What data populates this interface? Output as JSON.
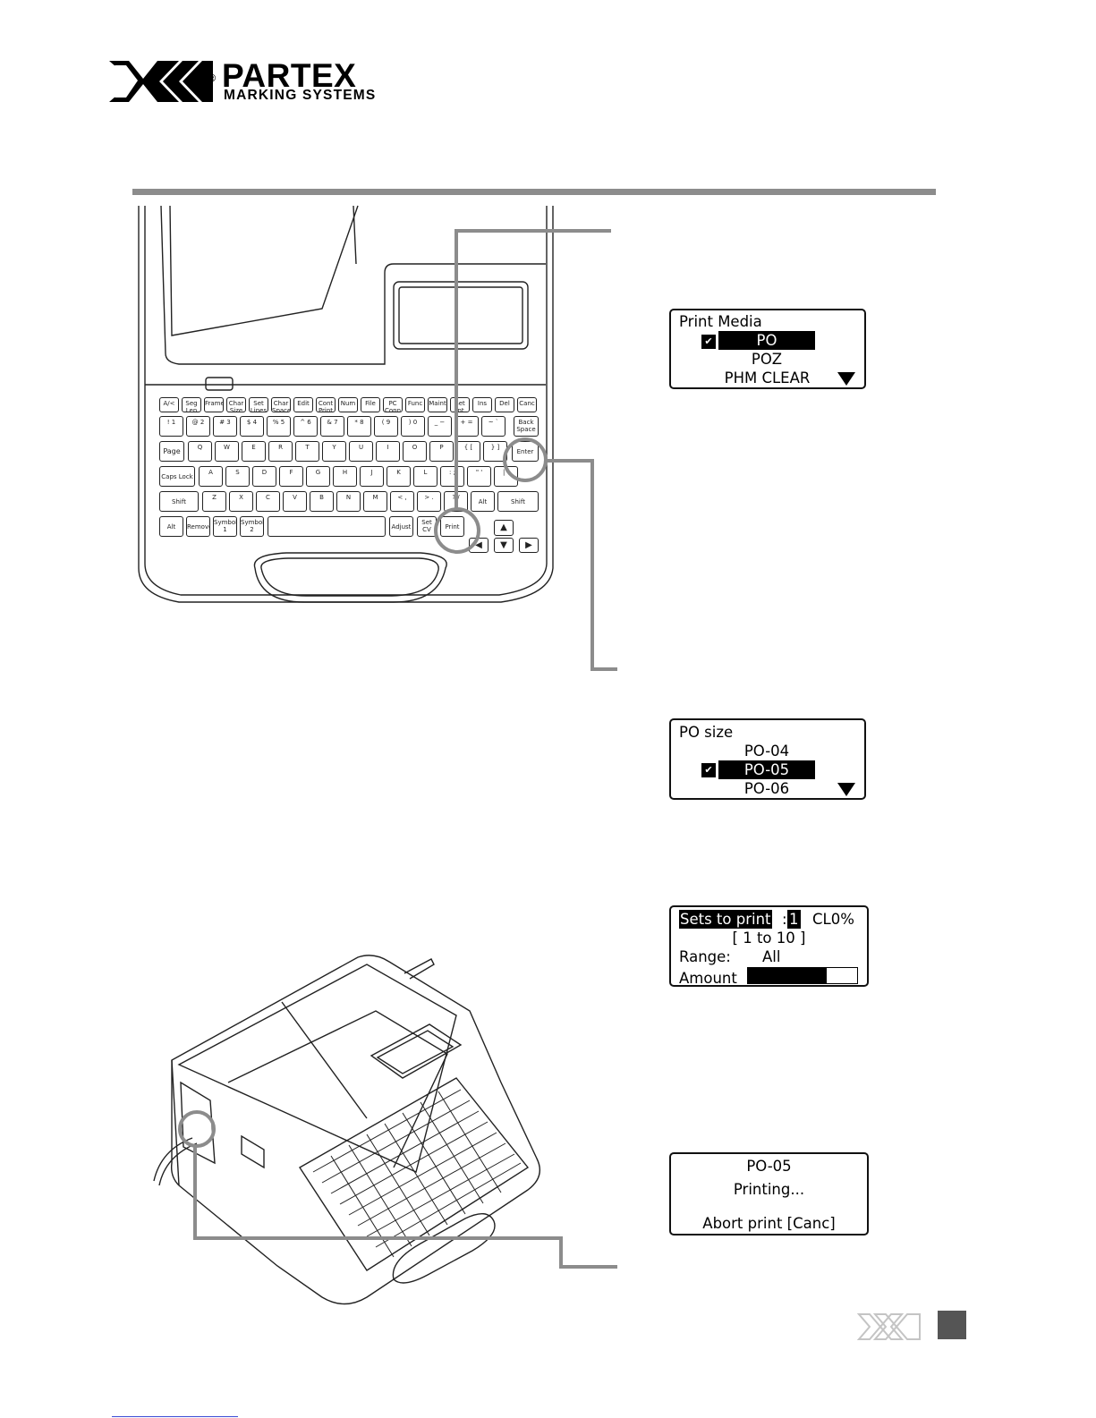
{
  "brand": {
    "name": "PARTEX",
    "tagline": "MARKING SYSTEMS",
    "registered": "®"
  },
  "keyboard": {
    "function_keys": [
      "A/<",
      "Seg Len",
      "Frame",
      "Char Size",
      "Set Lines",
      "Char Space",
      "Edit",
      "Cont Print",
      "Num",
      "File",
      "PC Conn",
      "Func",
      "Maint",
      "Set Int",
      "Ins",
      "Del",
      "Canc"
    ],
    "number_row": [
      "! 1",
      "@ 2",
      "# 3",
      "$ 4",
      "% 5",
      "^ 6",
      "& 7",
      "* 8",
      "( 9",
      ") 0",
      "_ −",
      "+ =",
      "~ `",
      "Back Space"
    ],
    "qwerty_row": [
      "Page",
      "Q",
      "W",
      "E",
      "R",
      "T",
      "Y",
      "U",
      "I",
      "O",
      "P",
      "{ [",
      "} ]",
      "Enter"
    ],
    "asdf_row": [
      "Caps Lock",
      "A",
      "S",
      "D",
      "F",
      "G",
      "H",
      "J",
      "K",
      "L",
      ": ;",
      "\" '",
      "| \\"
    ],
    "zxcv_row": [
      "Shift",
      "Z",
      "X",
      "C",
      "V",
      "B",
      "N",
      "M",
      "< ,",
      "> .",
      "? /",
      "Alt",
      "Shift"
    ],
    "bottom_row": [
      "Alt",
      "Remove",
      "Symbol 1",
      "Symbol 2",
      "",
      "Adjust",
      "Set CV",
      "Print"
    ],
    "arrows": [
      "▲",
      "◀",
      "▼",
      "▶"
    ]
  },
  "screens": {
    "print_media": {
      "title": "Print Media",
      "items": [
        "PO",
        "POZ",
        "PHM CLEAR"
      ],
      "selected": "PO",
      "check": "✔"
    },
    "po_size": {
      "title": "PO size",
      "items": [
        "PO-04",
        "PO-05",
        "PO-06"
      ],
      "selected": "PO-05",
      "check": "✔"
    },
    "sets_to_print": {
      "label": "Sets to print",
      "colon": ":",
      "value": "1",
      "cl": "CL0%",
      "range_hint": "[ 1 to 10 ]",
      "range_label": "Range:",
      "range_value": "All",
      "amount_label": "Amount",
      "amount_fill": 0.72
    },
    "printing": {
      "media": "PO-05",
      "status": "Printing...",
      "abort": "Abort print [Canc]"
    }
  },
  "colors": {
    "accent_gray": "#8c8c8c",
    "lcd_selection": "#000000",
    "footer_square": "#555555"
  }
}
